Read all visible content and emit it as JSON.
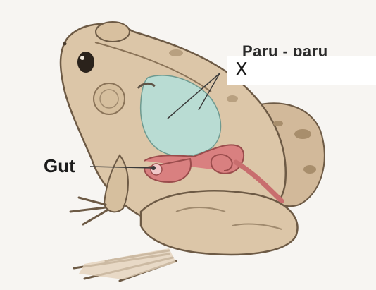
{
  "labels": {
    "gut": "Gut",
    "x": "X",
    "paru_paru": "Paru - paru"
  },
  "colors": {
    "background": "#f7f5f2",
    "frog_skin": "#dcc6a8",
    "frog_outline": "#6d5a45",
    "lungs": "#b9dcd3",
    "gut": "#d98080",
    "label_text": "#1b1b1b"
  }
}
